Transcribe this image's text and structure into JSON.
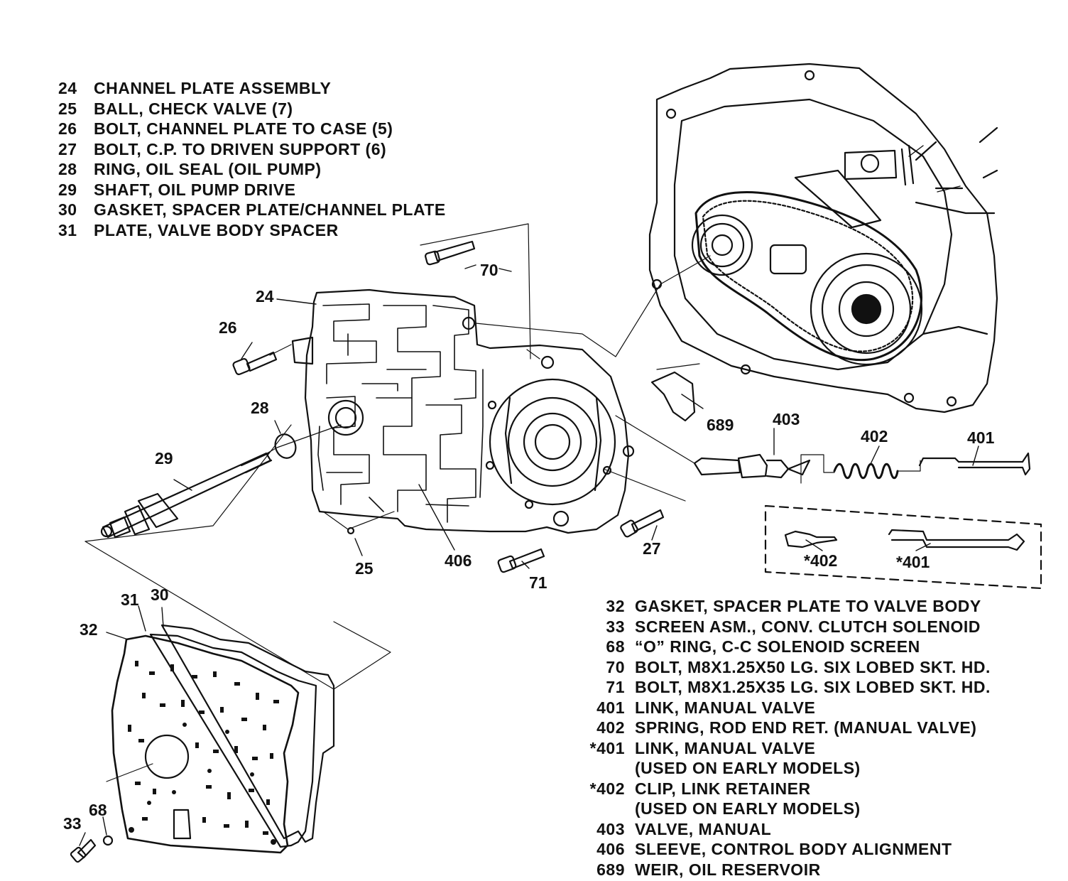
{
  "legend_top": [
    {
      "num": "24",
      "text": "CHANNEL PLATE ASSEMBLY"
    },
    {
      "num": "25",
      "text": "BALL, CHECK VALVE (7)"
    },
    {
      "num": "26",
      "text": "BOLT, CHANNEL PLATE TO CASE (5)"
    },
    {
      "num": "27",
      "text": "BOLT, C.P. TO DRIVEN SUPPORT (6)"
    },
    {
      "num": "28",
      "text": "RING, OIL SEAL (OIL PUMP)"
    },
    {
      "num": "29",
      "text": "SHAFT, OIL PUMP DRIVE"
    },
    {
      "num": "30",
      "text": "GASKET, SPACER PLATE/CHANNEL PLATE"
    },
    {
      "num": "31",
      "text": "PLATE, VALVE BODY SPACER"
    }
  ],
  "legend_bottom": [
    {
      "num": "32",
      "text": "GASKET, SPACER PLATE TO VALVE BODY"
    },
    {
      "num": "33",
      "text": "SCREEN ASM., CONV. CLUTCH SOLENOID"
    },
    {
      "num": "68",
      "text": "“O” RING, C-C SOLENOID SCREEN"
    },
    {
      "num": "70",
      "text": "BOLT, M8X1.25X50 LG. SIX LOBED SKT. HD."
    },
    {
      "num": "71",
      "text": "BOLT, M8X1.25X35 LG. SIX LOBED SKT. HD."
    },
    {
      "num": "401",
      "text": "LINK, MANUAL VALVE"
    },
    {
      "num": "402",
      "text": "SPRING, ROD END RET. (MANUAL VALVE)"
    },
    {
      "num": "*401",
      "text": "LINK, MANUAL VALVE"
    },
    {
      "num": "",
      "text": "(USED ON EARLY MODELS)"
    },
    {
      "num": "*402",
      "text": "CLIP, LINK RETAINER"
    },
    {
      "num": "",
      "text": "(USED ON EARLY MODELS)"
    },
    {
      "num": "403",
      "text": "VALVE, MANUAL"
    },
    {
      "num": "406",
      "text": "SLEEVE, CONTROL BODY ALIGNMENT"
    },
    {
      "num": "689",
      "text": "WEIR, OIL RESERVOIR"
    }
  ],
  "callouts": {
    "c24": "24",
    "c25": "25",
    "c26": "26",
    "c27": "27",
    "c28": "28",
    "c29": "29",
    "c30": "30",
    "c31": "31",
    "c32": "32",
    "c33": "33",
    "c68": "68",
    "c70": "70",
    "c71": "71",
    "c401": "401",
    "c402": "402",
    "c403": "403",
    "c406": "406",
    "c689": "689",
    "c401s": "*401",
    "c402s": "*402"
  }
}
